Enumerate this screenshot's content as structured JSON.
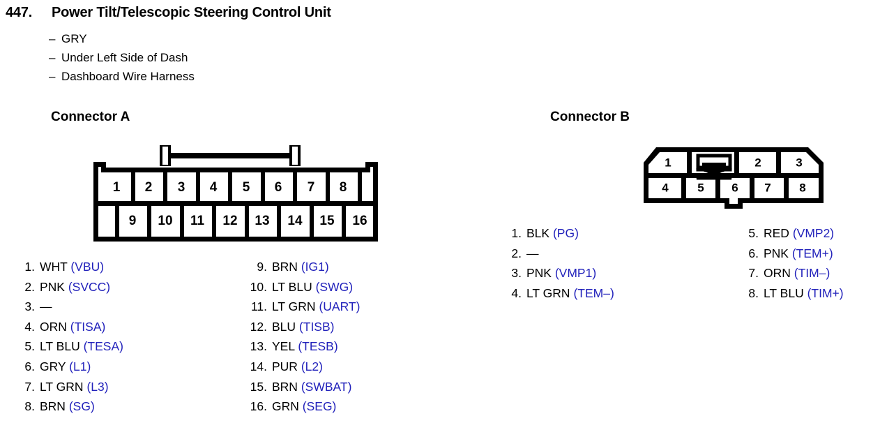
{
  "header": {
    "number": "447.",
    "title": "Power Tilt/Telescopic Steering Control Unit",
    "bullets": [
      "GRY",
      "Under Left Side of Dash",
      "Dashboard Wire Harness"
    ],
    "dash": "–"
  },
  "colors": {
    "signal_blue": "#2222bb",
    "text_black": "#000000",
    "background": "#ffffff"
  },
  "connector_a": {
    "title": "Connector A",
    "diagram": {
      "top_row_pins": [
        "1",
        "2",
        "3",
        "4",
        "5",
        "6",
        "7",
        "8"
      ],
      "bottom_row_pins": [
        "9",
        "10",
        "11",
        "12",
        "13",
        "14",
        "15",
        "16"
      ]
    },
    "pins_left": [
      {
        "index": "1.",
        "wire": "WHT",
        "signal": "(VBU)"
      },
      {
        "index": "2.",
        "wire": "PNK",
        "signal": "(SVCC)"
      },
      {
        "index": "3.",
        "wire": "—",
        "signal": ""
      },
      {
        "index": "4.",
        "wire": "ORN",
        "signal": "(TISA)"
      },
      {
        "index": "5.",
        "wire": "LT BLU",
        "signal": "(TESA)"
      },
      {
        "index": "6.",
        "wire": "GRY",
        "signal": "(L1)"
      },
      {
        "index": "7.",
        "wire": "LT GRN",
        "signal": "(L3)"
      },
      {
        "index": "8.",
        "wire": "BRN",
        "signal": "(SG)"
      }
    ],
    "pins_right": [
      {
        "index": "9.",
        "wire": "BRN",
        "signal": "(IG1)"
      },
      {
        "index": "10.",
        "wire": "LT BLU",
        "signal": "(SWG)"
      },
      {
        "index": "11.",
        "wire": "LT GRN",
        "signal": "(UART)"
      },
      {
        "index": "12.",
        "wire": "BLU",
        "signal": "(TISB)"
      },
      {
        "index": "13.",
        "wire": "YEL",
        "signal": "(TESB)"
      },
      {
        "index": "14.",
        "wire": "PUR",
        "signal": "(L2)"
      },
      {
        "index": "15.",
        "wire": "BRN",
        "signal": "(SWBAT)"
      },
      {
        "index": "16.",
        "wire": "GRN",
        "signal": "(SEG)"
      }
    ]
  },
  "connector_b": {
    "title": "Connector B",
    "diagram": {
      "top_row_pins": [
        "1",
        "",
        "2",
        "3"
      ],
      "bottom_row_pins": [
        "4",
        "5",
        "6",
        "7",
        "8"
      ],
      "blocked_cell_index": 1
    },
    "pins_left": [
      {
        "index": "1.",
        "wire": "BLK",
        "signal": "(PG)"
      },
      {
        "index": "2.",
        "wire": "—",
        "signal": ""
      },
      {
        "index": "3.",
        "wire": "PNK",
        "signal": "(VMP1)"
      },
      {
        "index": "4.",
        "wire": "LT GRN",
        "signal": "(TEM–)"
      }
    ],
    "pins_right": [
      {
        "index": "5.",
        "wire": "RED",
        "signal": "(VMP2)"
      },
      {
        "index": "6.",
        "wire": "PNK",
        "signal": "(TEM+)"
      },
      {
        "index": "7.",
        "wire": "ORN",
        "signal": "(TIM–)"
      },
      {
        "index": "8.",
        "wire": "LT BLU",
        "signal": "(TIM+)"
      }
    ]
  }
}
